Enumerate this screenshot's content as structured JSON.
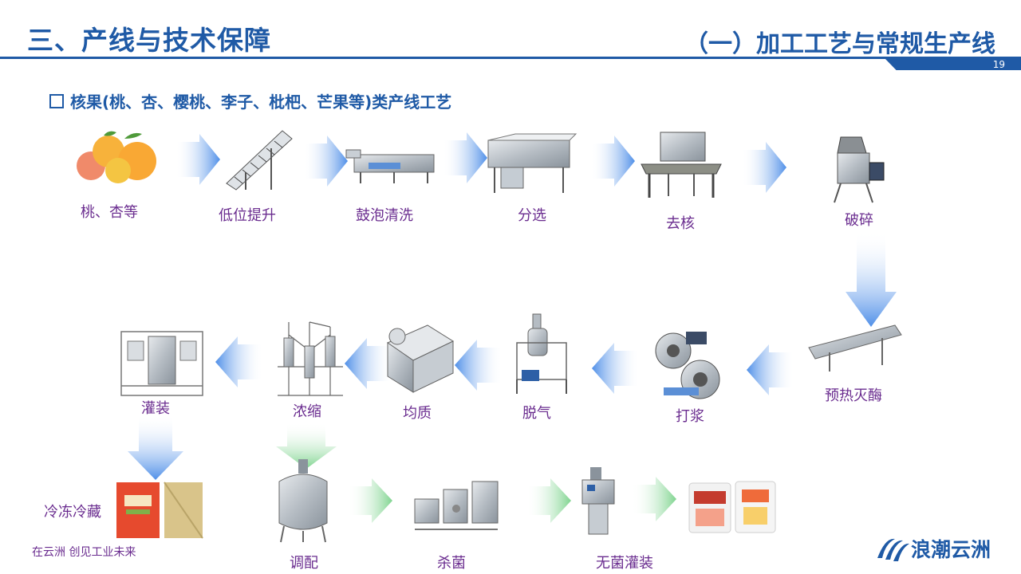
{
  "header": {
    "title": "三、产线与技术保障",
    "section": "（一）加工工艺与常规生产线",
    "page_number": "19"
  },
  "subtitle": "核果(桃、杏、樱桃、李子、枇杷、芒果等)类产线工艺",
  "steps": {
    "s1": "桃、杏等",
    "s2": "低位提升",
    "s3": "鼓泡清洗",
    "s4": "分选",
    "s5": "去核",
    "s6": "破碎",
    "s7": "预热灭酶",
    "s8": "打浆",
    "s9": "脱气",
    "s10": "均质",
    "s11": "浓缩",
    "s12": "灌装",
    "s13": "冷冻冷藏",
    "s14": "调配",
    "s15": "杀菌",
    "s16": "无菌灌装"
  },
  "footer": {
    "slogan": "在云洲   创见工业未来",
    "brand": "浪潮云洲"
  },
  "colors": {
    "brand_blue": "#1f5aa6",
    "label_purple": "#6a2c8f",
    "arrow_blue": "#4f8fe8",
    "arrow_green": "#7fd48f"
  }
}
